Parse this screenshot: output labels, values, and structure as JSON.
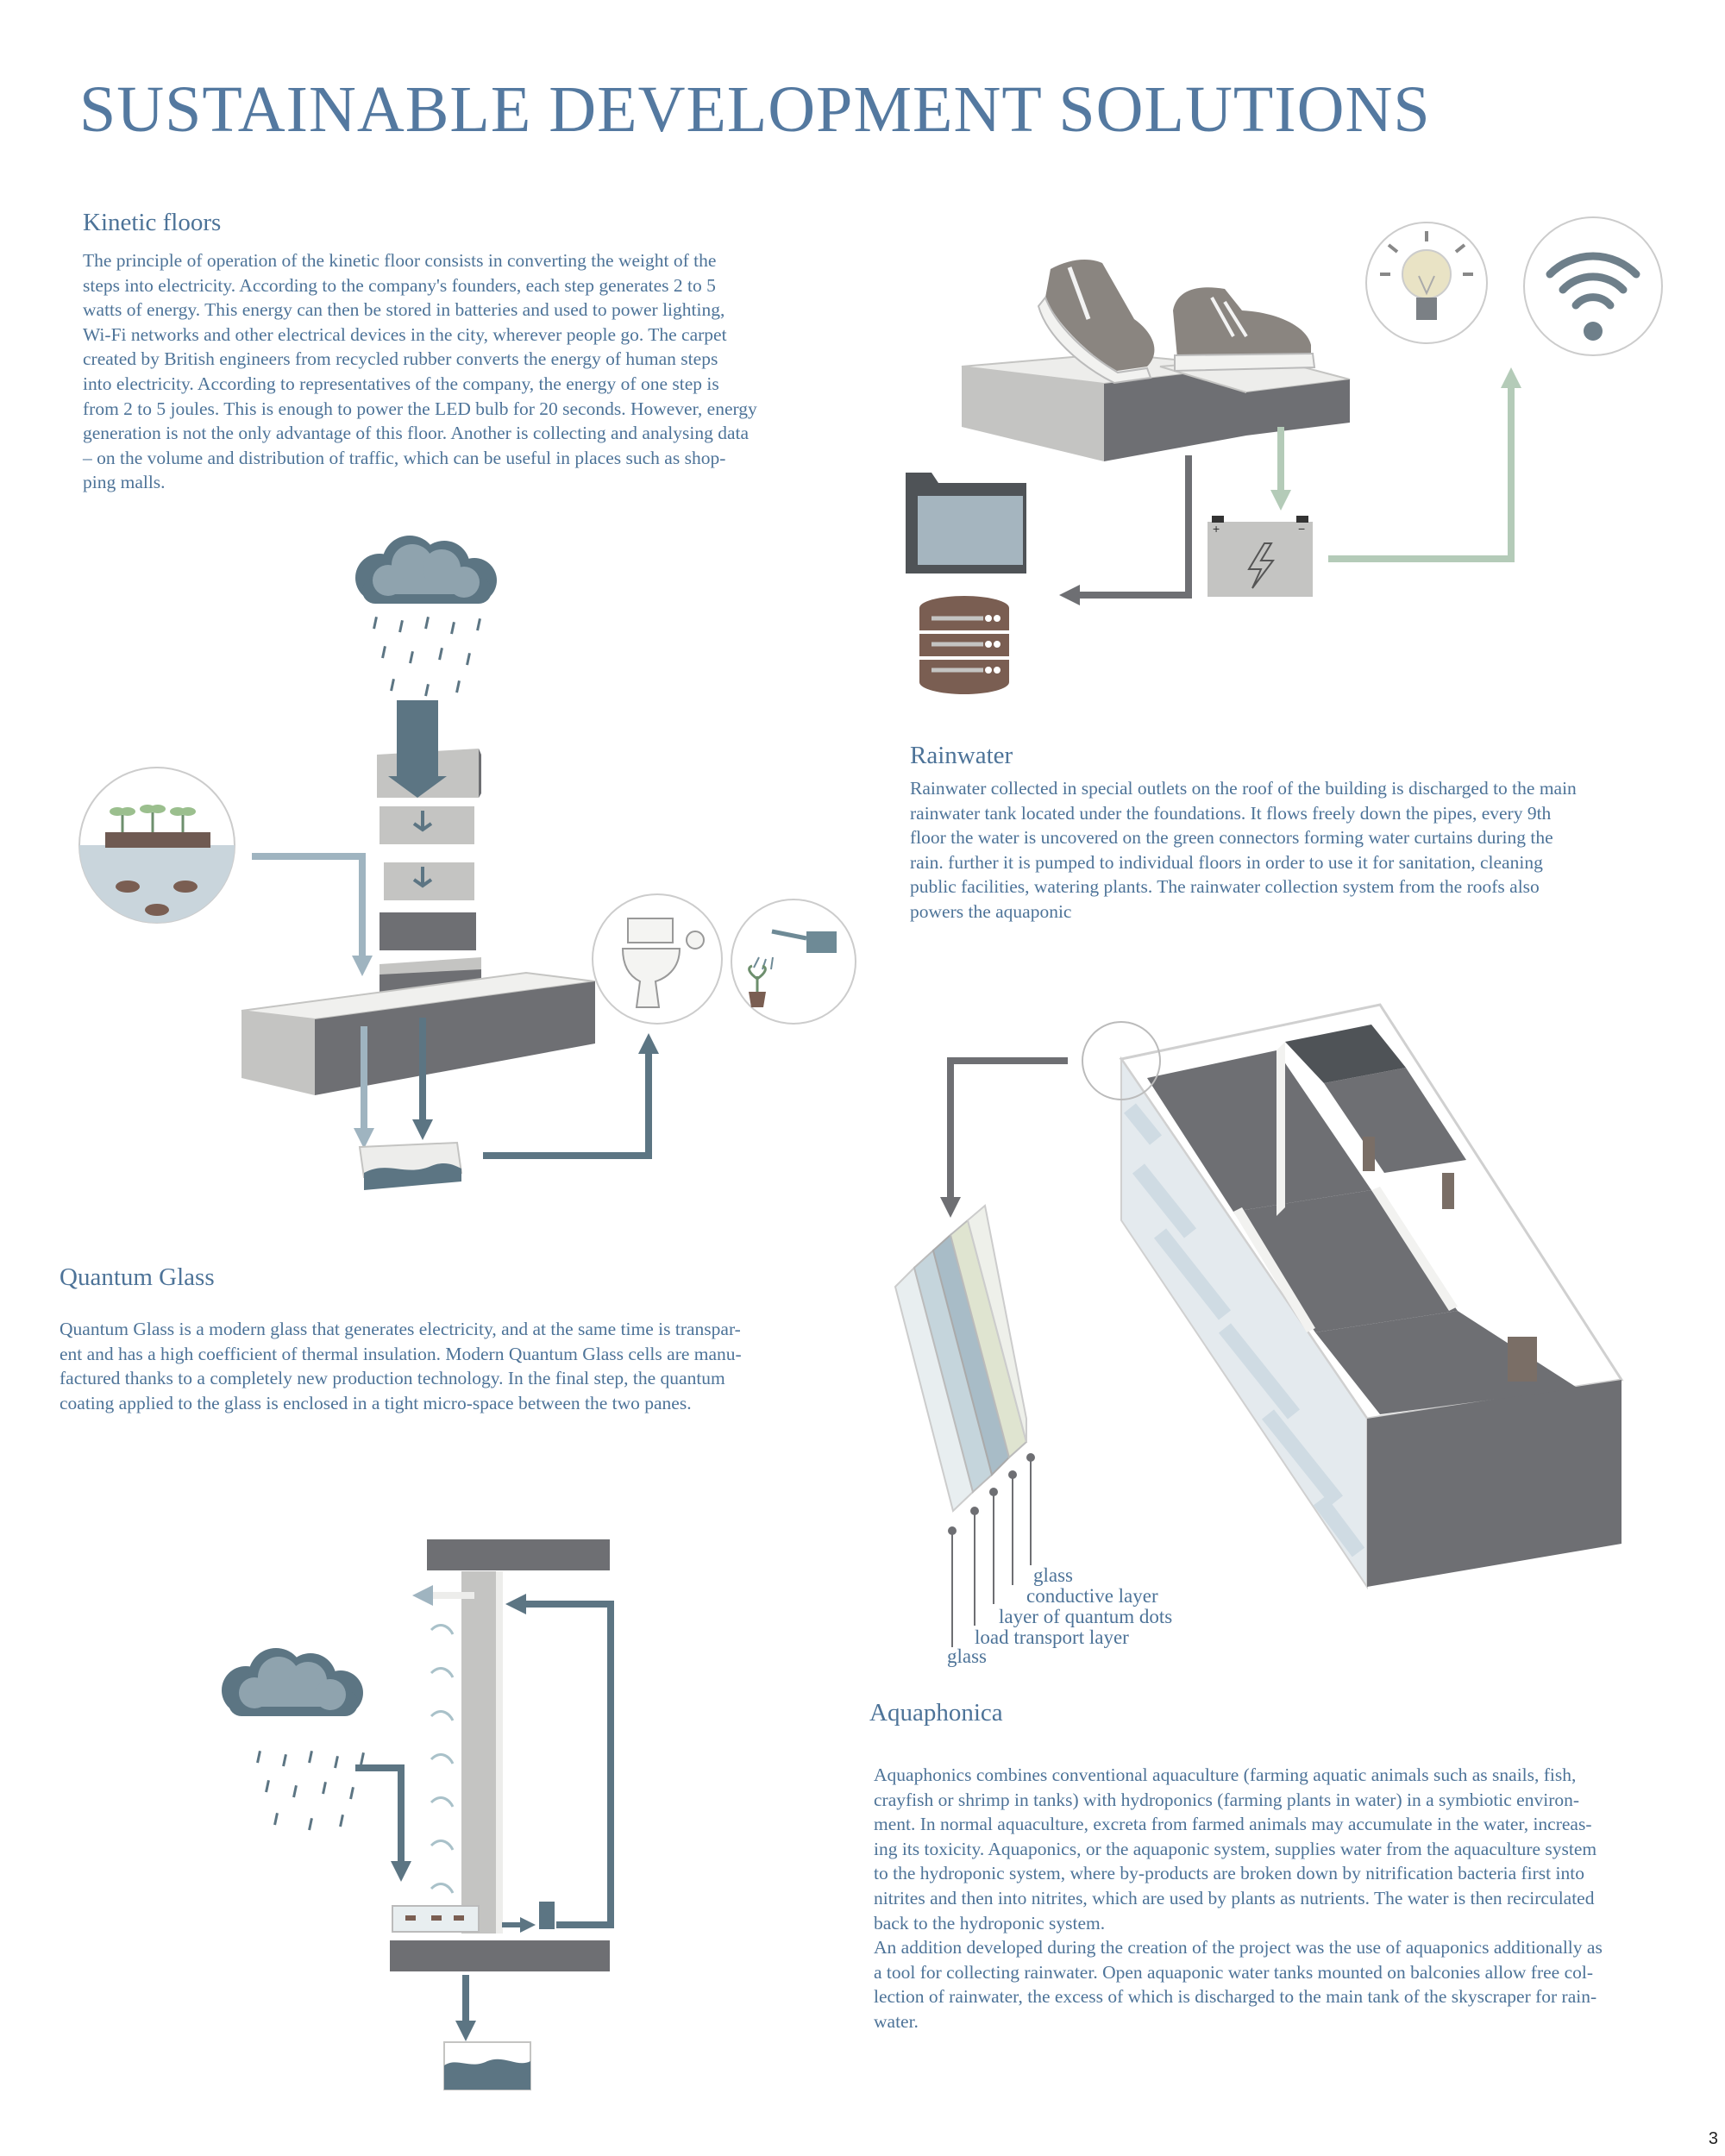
{
  "page_title": "SUSTAINABLE DEVELOPMENT SOLUTIONS",
  "page_number": "3",
  "kinetic": {
    "heading": "Kinetic floors",
    "lines": [
      "The principle of operation of the kinetic floor consists in converting the weight of the",
      "steps into electricity. According to the company's founders, each step generates 2 to 5",
      "watts of energy. This energy can then be stored in batteries and used to power lighting,",
      "Wi-Fi networks and other electrical devices in the city, wherever people go. The carpet",
      "created by British engineers from recycled rubber converts the energy of human steps",
      "into electricity. According to representatives of the company, the energy of one step is",
      "from 2 to 5 joules. This is enough to power the LED bulb for 20 seconds. However, energy",
      "generation is not the only advantage of this floor. Another is collecting and analysing data",
      "– on the volume and distribution of traffic, which can be useful in places such as shop-",
      "ping malls."
    ]
  },
  "rainwater": {
    "heading": "Rainwater",
    "lines": [
      "Rainwater collected in special outlets on the roof of the building is discharged to the main",
      "rainwater tank located under the foundations. It flows freely down the pipes, every 9th",
      "floor the water is uncovered on the green connectors forming water curtains during the",
      "rain. further it is pumped to individual floors in order to use it for sanitation, cleaning",
      "public facilities, watering plants. The rainwater collection system from the roofs also",
      "powers the aquaponic"
    ]
  },
  "quantum": {
    "heading": "Quantum Glass",
    "lines": [
      "Quantum Glass is a modern glass that generates electricity, and at the same time is transpar-",
      "ent and has a high coefficient of thermal insulation. Modern Quantum Glass cells are manu-",
      "factured thanks to a completely new production technology. In the final step, the quantum",
      "coating applied to the glass is enclosed in a tight micro-space between the two panes."
    ]
  },
  "glass_layers": [
    "glass",
    "conductive layer",
    "layer of quantum dots",
    "load transport layer",
    "glass"
  ],
  "aquaphonica": {
    "heading": "Aquaphonica",
    "lines": [
      "Aquaphonics  combines conventional aquaculture (farming aquatic animals such as snails, fish,",
      "crayfish or shrimp in tanks) with hydroponics (farming plants in water) in a symbiotic environ-",
      "ment. In normal aquaculture, excreta from farmed animals may accumulate in the water, increas-",
      "ing its toxicity. Aquaponics, or the aquaponic system, supplies water from the aquaculture system",
      "to the hydroponic system, where by-products are broken down by nitrification bacteria first into",
      "nitrites and then into nitrites, which are used by plants as nutrients. The water is then recirculated",
      "back to the hydroponic system.",
      "An addition developed during the creation of the project was the use of aquaponics additionally as",
      "a tool for collecting rainwater. Open aquaponic water tanks mounted on balconies allow free col-",
      "lection of rainwater, the excess of which is discharged to the main tank of the skyscraper for rain-",
      "water."
    ]
  },
  "colors": {
    "text_blue": "#4d7398",
    "dark_grey": "#6e6f73",
    "light_grey": "#c4c4c2",
    "arrow_blue": "#5c7583",
    "arrow_light": "#9fb4c0",
    "arrow_green": "#b4cbb8"
  },
  "icons": [
    "rain-cloud-icon",
    "sneaker-icon",
    "light-bulb-icon",
    "wifi-icon",
    "battery-icon",
    "folder-icon",
    "database-icon",
    "toilet-icon",
    "watering-can-icon",
    "aquaponic-tank-icon"
  ]
}
